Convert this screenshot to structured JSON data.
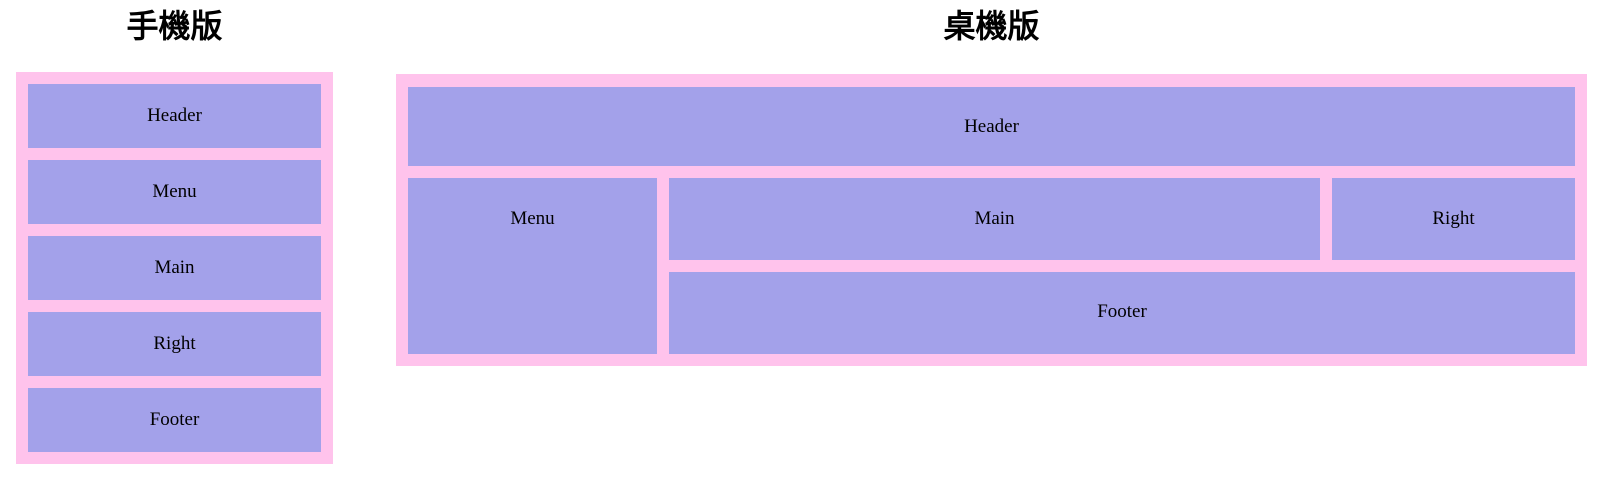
{
  "mobile": {
    "title": "手機版",
    "boxes": [
      "Header",
      "Menu",
      "Main",
      "Right",
      "Footer"
    ]
  },
  "desktop": {
    "title": "桌機版",
    "boxes": {
      "header": "Header",
      "menu": "Menu",
      "main": "Main",
      "right": "Right",
      "footer": "Footer"
    }
  },
  "colors": {
    "panel_pink": "#ffc3ec",
    "box_purple": "#a3a1ea",
    "label_text": "#000000",
    "title_text": "#000000",
    "page_background": "#ffffff"
  }
}
